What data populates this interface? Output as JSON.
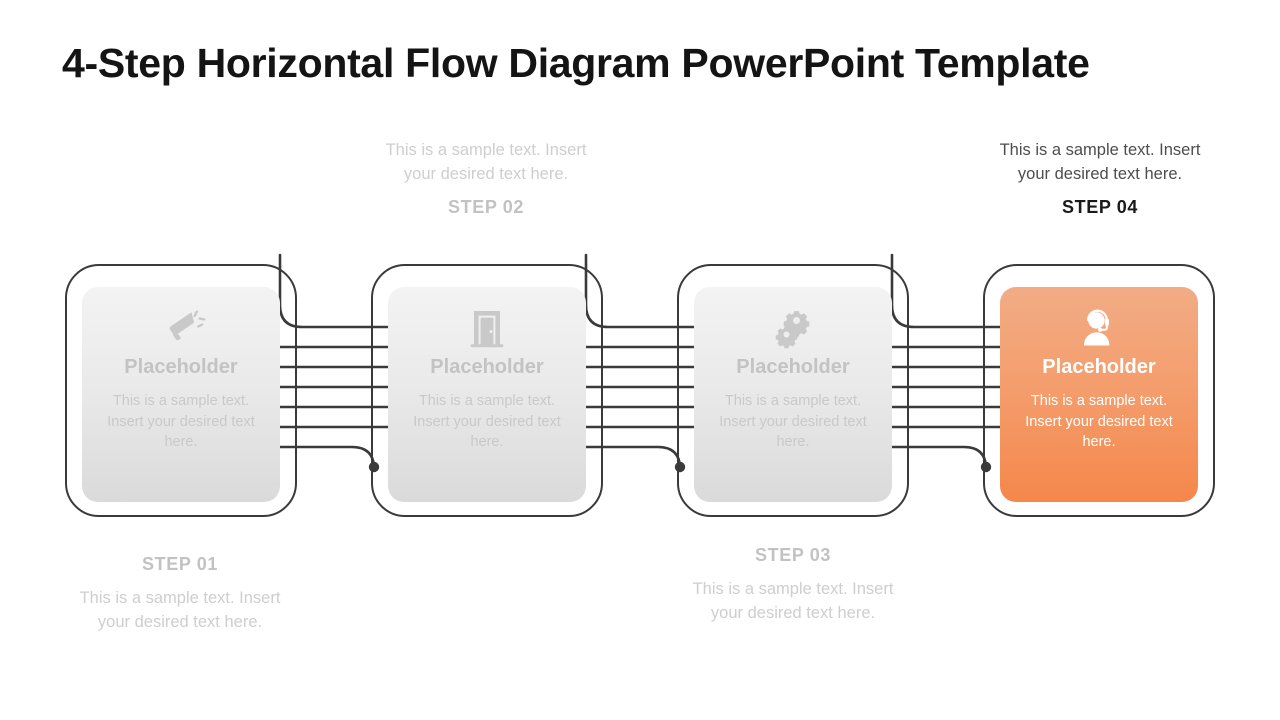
{
  "slide": {
    "title": "4-Step Horizontal Flow Diagram PowerPoint Template",
    "background_color": "#ffffff"
  },
  "theme": {
    "accent_color": "#f5874a",
    "accent_gradient_top": "#f2ac85",
    "accent_gradient_bottom": "#f5874a",
    "card_gradient_top": "#f3f3f3",
    "card_gradient_bottom": "#dadada",
    "outline_color": "#3a3a3a",
    "muted_text_color": "#c2c2c2",
    "active_text_color": "#1a1a1a"
  },
  "steps": [
    {
      "id": "step-01",
      "label": "STEP 01",
      "caption_body": "This is a sample text. Insert your desired text here.",
      "caption_position": "below",
      "card_title": "Placeholder",
      "card_body": "This is a sample text. Insert your desired text here.",
      "icon": "megaphone-icon",
      "highlighted": false
    },
    {
      "id": "step-02",
      "label": "STEP 02",
      "caption_body": "This is a sample text. Insert your desired text here.",
      "caption_position": "above",
      "card_title": "Placeholder",
      "card_body": "This is a sample text. Insert your desired text here.",
      "icon": "door-icon",
      "highlighted": false
    },
    {
      "id": "step-03",
      "label": "STEP 03",
      "caption_body": "This is a sample text. Insert your desired text here.",
      "caption_position": "below",
      "card_title": "Placeholder",
      "card_body": "This is a sample text. Insert your desired text here.",
      "icon": "gears-icon",
      "highlighted": false
    },
    {
      "id": "step-04",
      "label": "STEP 04",
      "caption_body": "This is a sample text. Insert your desired text here.",
      "caption_position": "above",
      "card_title": "Placeholder",
      "card_body": "This is a sample text. Insert your desired text here.",
      "icon": "headset-person-icon",
      "highlighted": true
    }
  ],
  "connectors": {
    "count": 3,
    "line_count": 7,
    "has_end_dot": true
  }
}
